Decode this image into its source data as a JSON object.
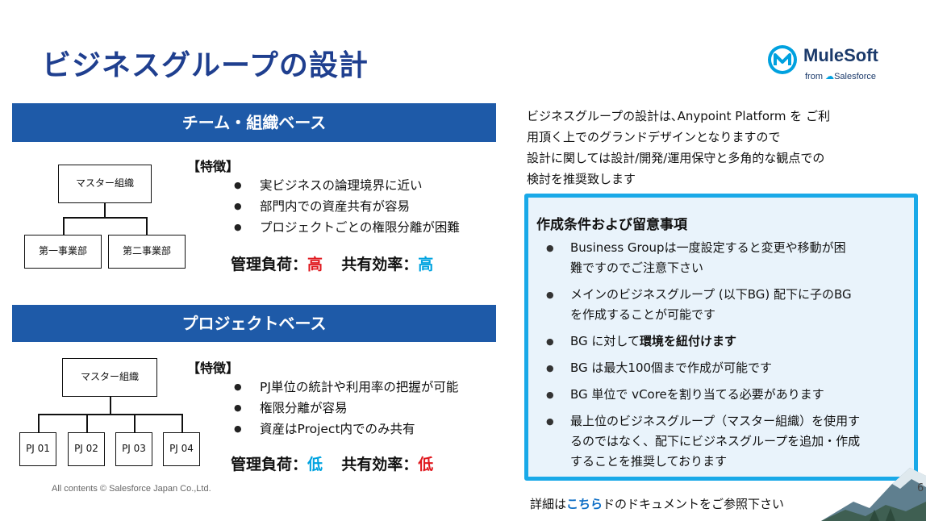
{
  "title": "ビジネスグループの設計",
  "logo": {
    "name": "MuleSoft",
    "sub_prefix": "from",
    "sub_brand": "Salesforce"
  },
  "team_section": {
    "band_label": "チーム・組織ベース",
    "diagram": {
      "root": "マスター組織",
      "children": [
        "第一事業部",
        "第二事業部"
      ]
    },
    "features_title": "【特徴】",
    "features": [
      "実ビジネスの論理境界に近い",
      "部門内での資産共有が容易",
      "プロジェクトごとの権限分離が困難"
    ],
    "metric": {
      "load_label": "管理負荷：",
      "load_value": "高",
      "share_label": "共有効率：",
      "share_value": "高"
    }
  },
  "project_section": {
    "band_label": "プロジェクトベース",
    "diagram": {
      "root": "マスター組織",
      "children": [
        "PJ 01",
        "PJ 02",
        "PJ 03",
        "PJ 04"
      ]
    },
    "features_title": "【特徴】",
    "features": [
      "PJ単位の統計や利用率の把握が可能",
      "権限分離が容易",
      "資産はProject内でのみ共有"
    ],
    "metric": {
      "load_label": "管理負荷：",
      "load_value": "低",
      "share_label": "共有効率：",
      "share_value": "低"
    }
  },
  "intro_lines": [
    "ビジネスグループの設計は､Anypoint Platform を  ご利",
    "用頂く上でのグランドデザインとなりますので",
    "設計に関しては設計/開発/運用保守と多角的な観点での",
    "検討を推奨致します"
  ],
  "conditions": {
    "title": "作成条件および留意事項",
    "items": [
      {
        "lines": [
          "Business Groupは一度設定すると変更や移動が困",
          "難ですのでご注意下さい"
        ]
      },
      {
        "lines": [
          "メインのビジネスグループ (以下BG) 配下に子のBG",
          "を作成することが可能です"
        ]
      },
      {
        "prefix": "BG に対して",
        "bold": "環境を紐付けます"
      },
      {
        "lines": [
          "BG は最大100個まで作成が可能です"
        ]
      },
      {
        "lines": [
          "BG 単位で vCoreを割り当てる必要があります"
        ]
      },
      {
        "lines": [
          "最上位のビジネスグループ（マスター組織）を使用す",
          "るのではなく、配下にビジネスグループを追加・作成",
          "することを推奨しております"
        ]
      }
    ]
  },
  "footer": "All contents © Salesforce Japan Co.,Ltd.",
  "detail": {
    "prefix": "詳細は",
    "link": "こちら",
    "suffix": "ドのドキュメントをご参照下さい"
  },
  "page_number": "6",
  "colors": {
    "title": "#1f3f8f",
    "band": "#1e5aa8",
    "panel_border": "#19a9e8",
    "high": "#e0191f",
    "low": "#00a3e0",
    "link": "#0f6fc6"
  }
}
